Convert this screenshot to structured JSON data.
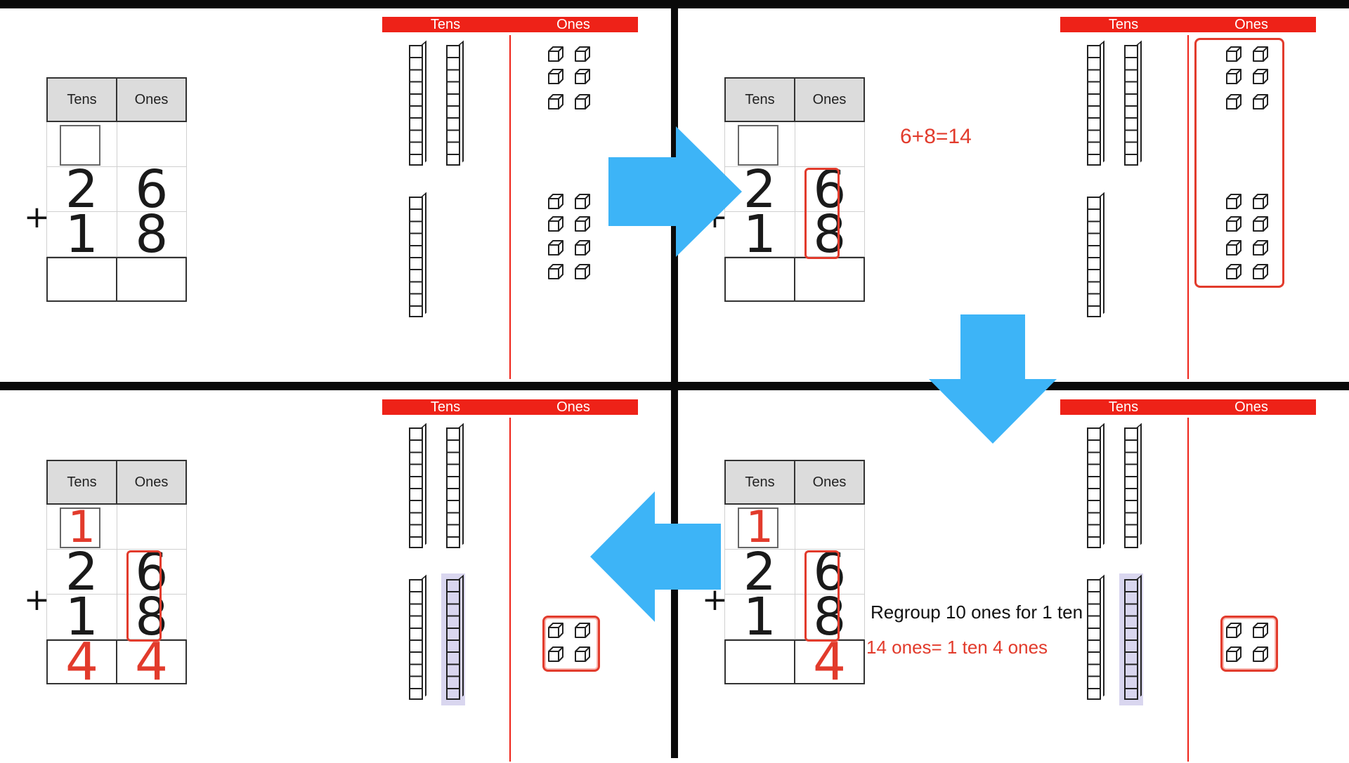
{
  "headers": {
    "tens": "Tens",
    "ones": "Ones"
  },
  "operator": "+",
  "panels": [
    {
      "top": [
        "",
        ""
      ],
      "first": [
        "2",
        "6"
      ],
      "second": [
        "1",
        "8"
      ],
      "answer": [
        "",
        ""
      ]
    },
    {
      "top": [
        "",
        ""
      ],
      "first": [
        "2",
        "6"
      ],
      "second": [
        "1",
        "8"
      ],
      "answer": [
        "",
        ""
      ],
      "equation": "6+8=14"
    },
    {
      "top": [
        "1",
        ""
      ],
      "first": [
        "2",
        "6"
      ],
      "second": [
        "1",
        "8"
      ],
      "answer": [
        "4",
        "4"
      ]
    },
    {
      "top": [
        "1",
        ""
      ],
      "first": [
        "2",
        "6"
      ],
      "second": [
        "1",
        "8"
      ],
      "answer": [
        "",
        "4"
      ],
      "note": "Regroup 10 ones for 1 ten",
      "note_red": "14 ones= 1 ten 4 ones"
    }
  ],
  "colors": {
    "accent_red": "#e23b2c",
    "header_red": "#ee2218",
    "arrow_blue": "#3db4f7",
    "highlight": "#d9d6ef"
  },
  "icons": [
    "ten-rod-icon",
    "unit-cube-icon",
    "arrow-right-icon",
    "arrow-down-icon",
    "arrow-left-icon"
  ]
}
